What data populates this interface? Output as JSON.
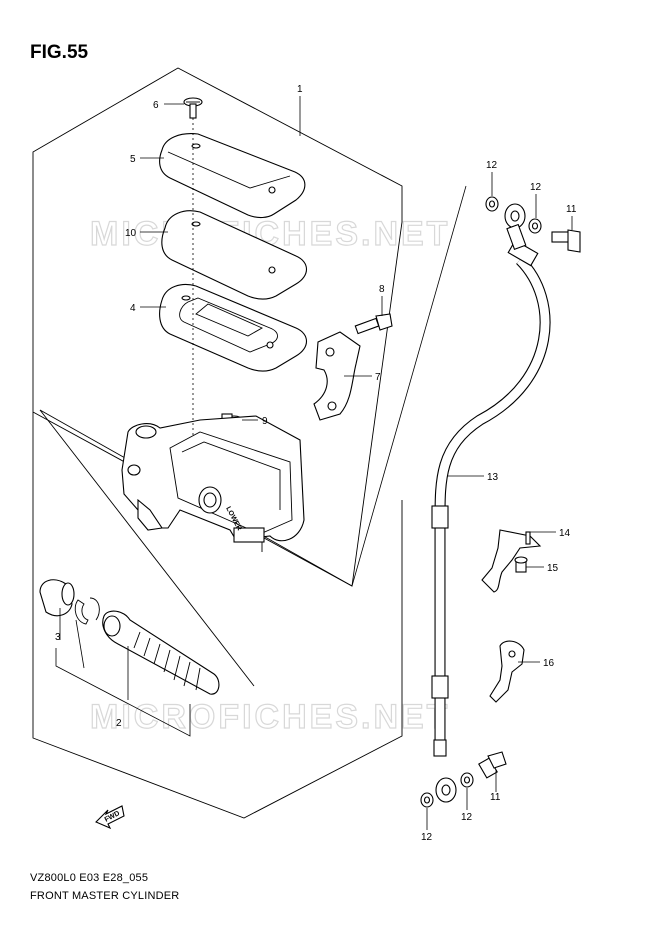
{
  "figure": {
    "title": "FIG.55",
    "model_code": "VZ800L0 E03 E28_055",
    "name": "FRONT MASTER CYLINDER"
  },
  "watermark": "MICROFICHES.NET",
  "direction_mark": "FWD",
  "reservoir_embossing": "LOWER",
  "callouts": [
    {
      "id": "c1",
      "label": "1"
    },
    {
      "id": "c2",
      "label": "2"
    },
    {
      "id": "c3",
      "label": "3"
    },
    {
      "id": "c4",
      "label": "4"
    },
    {
      "id": "c5",
      "label": "5"
    },
    {
      "id": "c6",
      "label": "6"
    },
    {
      "id": "c7",
      "label": "7"
    },
    {
      "id": "c8",
      "label": "8"
    },
    {
      "id": "c9",
      "label": "9"
    },
    {
      "id": "c10",
      "label": "10"
    },
    {
      "id": "c11a",
      "label": "11"
    },
    {
      "id": "c11b",
      "label": "11"
    },
    {
      "id": "c12a",
      "label": "12"
    },
    {
      "id": "c12b",
      "label": "12"
    },
    {
      "id": "c12c",
      "label": "12"
    },
    {
      "id": "c12d",
      "label": "12"
    },
    {
      "id": "c13",
      "label": "13"
    },
    {
      "id": "c14",
      "label": "14"
    },
    {
      "id": "c15",
      "label": "15"
    },
    {
      "id": "c16",
      "label": "16"
    }
  ]
}
